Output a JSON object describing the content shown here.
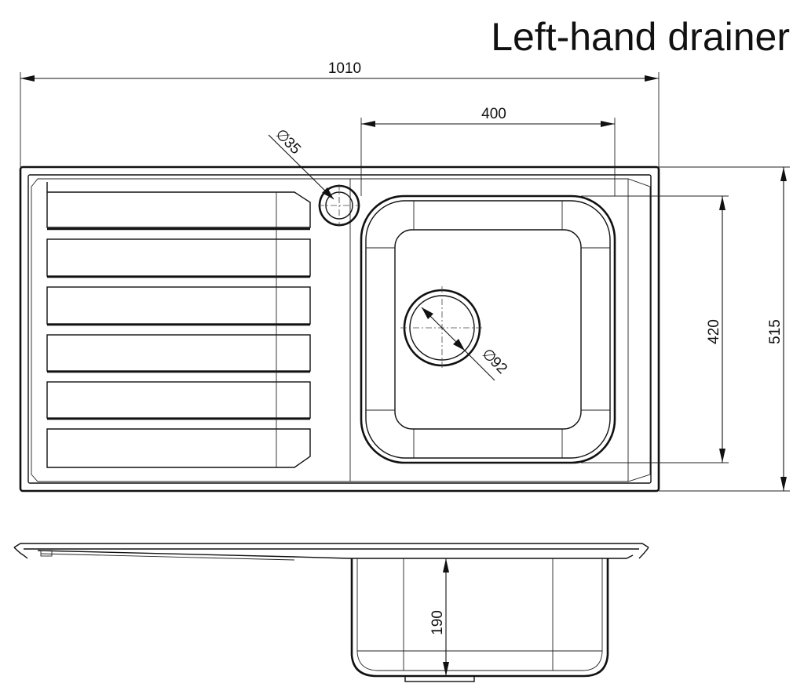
{
  "title": "Left-hand drainer",
  "dimensions": {
    "overall_width": "1010",
    "bowl_width": "400",
    "bowl_length": "420",
    "overall_depth": "515",
    "bowl_depth": "190",
    "tap_hole": "35",
    "waste": "92"
  },
  "symbols": {
    "diameter": "∅"
  }
}
